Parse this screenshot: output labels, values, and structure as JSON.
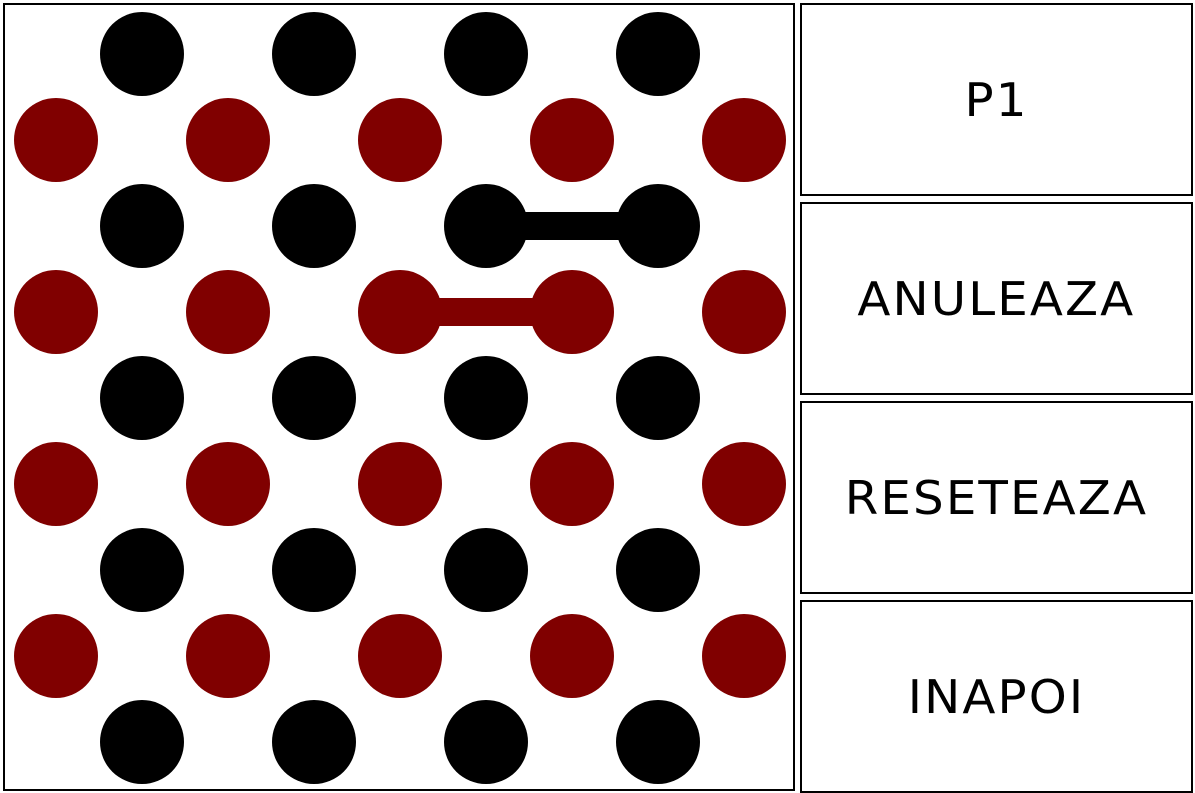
{
  "player_indicator": "P1",
  "buttons": {
    "undo": "ANULEAZA",
    "reset": "RESETEAZA",
    "back": "INAPOI"
  },
  "colors": {
    "black_player": "#000000",
    "red_player": "#800000",
    "background": "#ffffff",
    "border": "#000000"
  },
  "board": {
    "black_rows": 5,
    "black_cols": 4,
    "red_rows": 4,
    "red_cols": 5,
    "links": [
      {
        "player": "black",
        "from": [
          1,
          2
        ],
        "to": [
          1,
          3
        ]
      },
      {
        "player": "red",
        "from": [
          1,
          2
        ],
        "to": [
          1,
          3
        ]
      }
    ]
  }
}
